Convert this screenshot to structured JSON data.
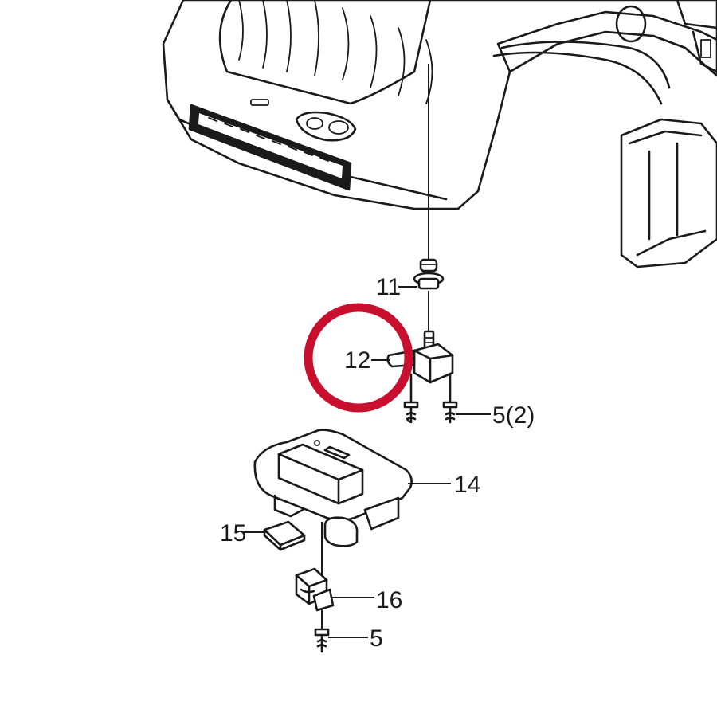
{
  "callouts": {
    "c11": "11",
    "c12": "12",
    "c5_2": "5(2)",
    "c14": "14",
    "c15": "15",
    "c16": "16",
    "c5": "5"
  },
  "highlight": {
    "target": "12",
    "color": "#c8102e"
  },
  "colors": {
    "line": "#1a1a1a",
    "background": "#ffffff"
  }
}
